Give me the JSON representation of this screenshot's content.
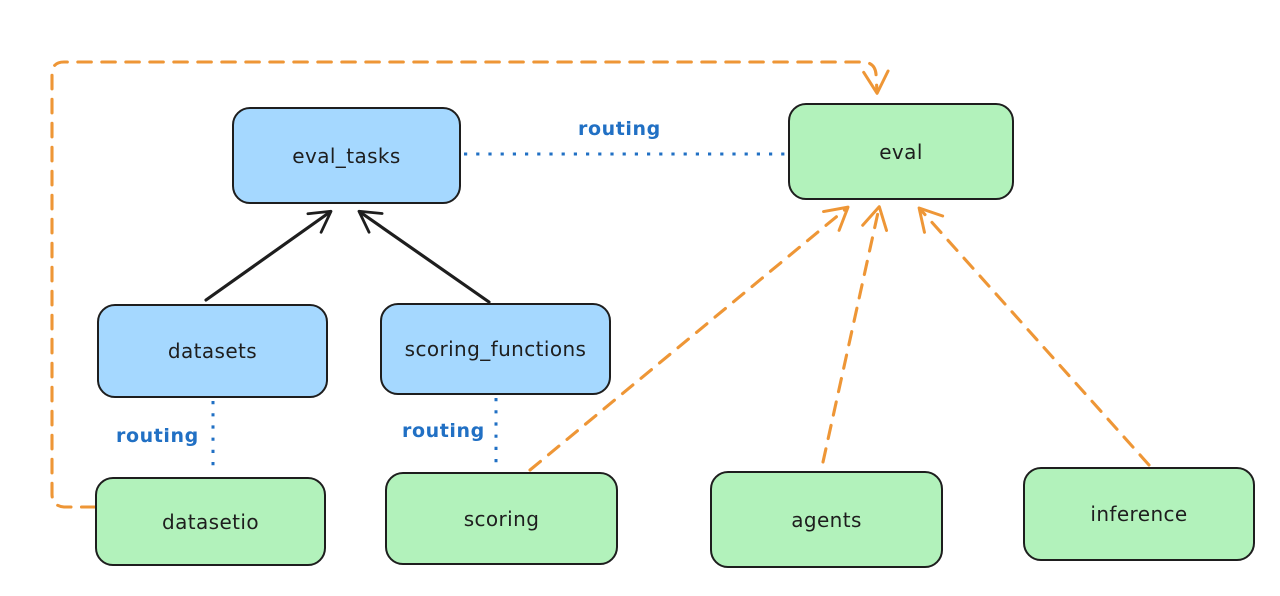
{
  "diagram": {
    "description": "Architecture diagram: resources (blue) route to provider APIs (green); eval depends on datasetio, scoring, agents, inference",
    "colors": {
      "background": "#ffffff",
      "node_stroke": "#1e1e1e",
      "resource_fill": "#a5d8ff",
      "api_fill": "#b2f2bb",
      "solid_edge": "#1e1e1e",
      "routing_edge": "#2170c4",
      "dependency_edge": "#ee9636"
    },
    "nodes": [
      {
        "id": "eval_tasks",
        "label": "eval_tasks",
        "kind": "resource",
        "fill": "#a5d8ff"
      },
      {
        "id": "eval",
        "label": "eval",
        "kind": "api",
        "fill": "#b2f2bb"
      },
      {
        "id": "datasets",
        "label": "datasets",
        "kind": "resource",
        "fill": "#a5d8ff"
      },
      {
        "id": "scoring_functions",
        "label": "scoring_functions",
        "kind": "resource",
        "fill": "#a5d8ff"
      },
      {
        "id": "datasetio",
        "label": "datasetio",
        "kind": "api",
        "fill": "#b2f2bb"
      },
      {
        "id": "scoring",
        "label": "scoring",
        "kind": "api",
        "fill": "#b2f2bb"
      },
      {
        "id": "agents",
        "label": "agents",
        "kind": "api",
        "fill": "#b2f2bb"
      },
      {
        "id": "inference",
        "label": "inference",
        "kind": "api",
        "fill": "#b2f2bb"
      }
    ],
    "edges": [
      {
        "from": "datasets",
        "to": "eval_tasks",
        "style": "solid",
        "color": "#1e1e1e",
        "label": ""
      },
      {
        "from": "scoring_functions",
        "to": "eval_tasks",
        "style": "solid",
        "color": "#1e1e1e",
        "label": ""
      },
      {
        "from": "eval_tasks",
        "to": "eval",
        "style": "dotted",
        "color": "#2170c4",
        "label": "routing"
      },
      {
        "from": "datasets",
        "to": "datasetio",
        "style": "dotted",
        "color": "#2170c4",
        "label": "routing"
      },
      {
        "from": "scoring_functions",
        "to": "scoring",
        "style": "dotted",
        "color": "#2170c4",
        "label": "routing"
      },
      {
        "from": "datasetio",
        "to": "eval",
        "style": "dashed",
        "color": "#ee9636",
        "label": ""
      },
      {
        "from": "scoring",
        "to": "eval",
        "style": "dashed",
        "color": "#ee9636",
        "label": ""
      },
      {
        "from": "agents",
        "to": "eval",
        "style": "dashed",
        "color": "#ee9636",
        "label": ""
      },
      {
        "from": "inference",
        "to": "eval",
        "style": "dashed",
        "color": "#ee9636",
        "label": ""
      }
    ]
  }
}
